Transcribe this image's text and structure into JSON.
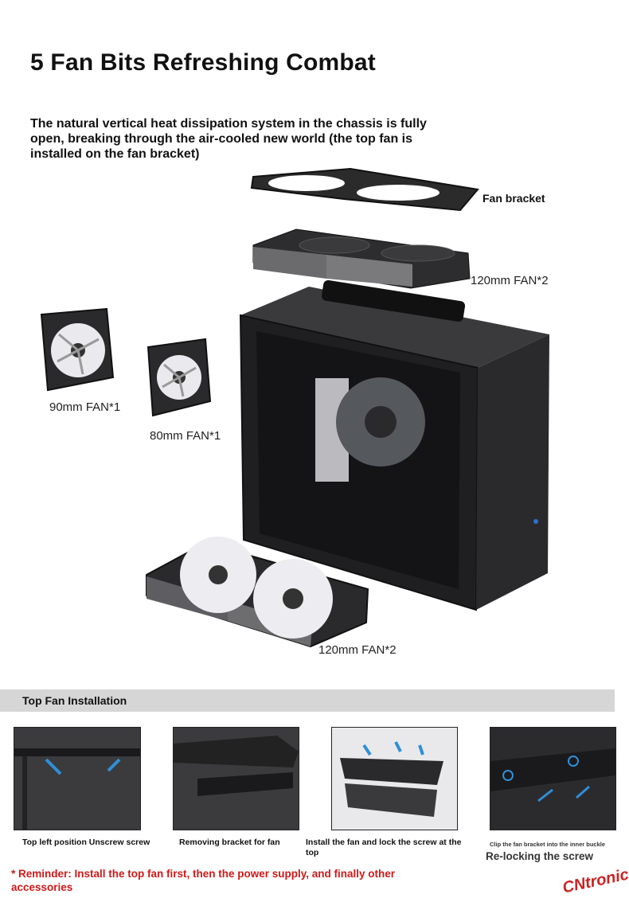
{
  "title": "5 Fan Bits Refreshing Combat",
  "intro": "The natural vertical heat dissipation system in the chassis is fully open, breaking through the air-cooled new world (the top fan is installed on the fan bracket)",
  "labels": {
    "fan_bracket": "Fan bracket",
    "top_fan": "120mm FAN*2",
    "fan_90": "90mm FAN*1",
    "fan_80": "80mm FAN*1",
    "bottom_fan": "120mm FAN*2"
  },
  "section": {
    "title": "Top Fan Installation"
  },
  "steps": [
    {
      "caption": "Top left position Unscrew screw"
    },
    {
      "caption": "Removing bracket for fan"
    },
    {
      "caption": "Install the fan and lock the screw at the top"
    },
    {
      "caption": "Clip the fan bracket into the inner buckle",
      "subcaption": "Re-locking the screw"
    }
  ],
  "reminder": "* Reminder: Install the top fan first, then the power supply, and finally other accessories",
  "watermark": "CNtronic",
  "colors": {
    "accent_red": "#d01818",
    "section_bar": "#d6d6d6",
    "chassis": "#1c1c1e"
  }
}
